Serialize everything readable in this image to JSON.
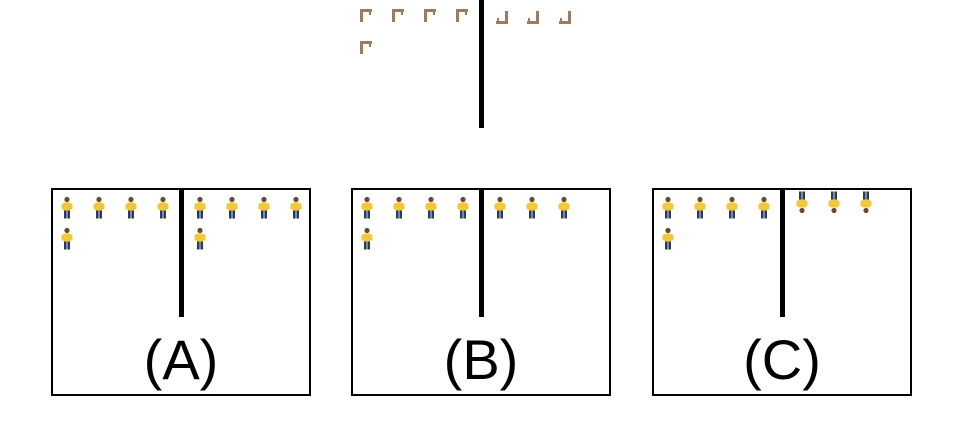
{
  "options": [
    {
      "label": "(A)"
    },
    {
      "label": "(B)"
    },
    {
      "label": "(C)"
    }
  ],
  "colors": {
    "chair": "#a07a5a",
    "shirt": "#f0c838",
    "pants": "#2c3a5a",
    "line": "#000000"
  },
  "icons": {
    "chair": "chair-icon",
    "person": "person-icon"
  }
}
